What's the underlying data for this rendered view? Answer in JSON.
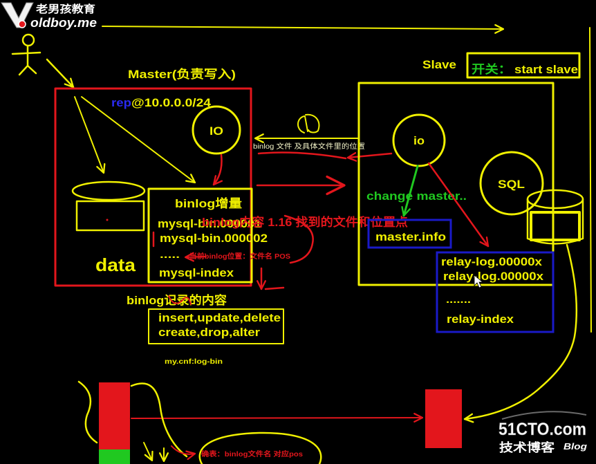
{
  "logo": {
    "name_cn": "老男孩教育",
    "domain": "oldboy.me"
  },
  "master": {
    "title": "Master(负责写入)",
    "grant": {
      "user": "rep",
      "network": "@10.0.0.0/24"
    },
    "io_thread": "IO",
    "data_label": "data",
    "binlog": {
      "title": "binlog增量",
      "files": [
        "mysql-bin.000001",
        "mysql-bin.000002",
        "....."
      ],
      "index": "mysql-index",
      "position_note": "当前binlog位置：文件名 POS"
    },
    "binlog_content": {
      "title": "binlog记录的内容",
      "statements": [
        "insert,update,delete",
        "create,drop,alter"
      ]
    },
    "config_note": "my.cnf:log-bin"
  },
  "transfer_note": "binlog 文件 及具体文件里的位置",
  "binlog_annotation": "binlog内容 1.16 找到的文件和位置点",
  "slave": {
    "title": "Slave",
    "switch": {
      "label": "开关：",
      "command": "start slave"
    },
    "io_thread": "io",
    "sql_thread": "SQL",
    "change_master": "change master..",
    "master_info": "master.info",
    "relay": {
      "logs": [
        "relay-log.00000x",
        "relay-log.00000x",
        "......."
      ],
      "index": "relay-index"
    }
  },
  "bottom_note": "确表：binlog文件名 对应pos",
  "watermark": {
    "site": "51CTO.com",
    "label_cn": "技术博客",
    "label_en": "Blog"
  },
  "colors": {
    "background": "#000000",
    "yellow": "#f0f000",
    "red": "#e3161c",
    "blue": "#1a1ac8",
    "bright_blue": "#2a2af0",
    "green": "#20c820",
    "light": "#ffffff"
  }
}
